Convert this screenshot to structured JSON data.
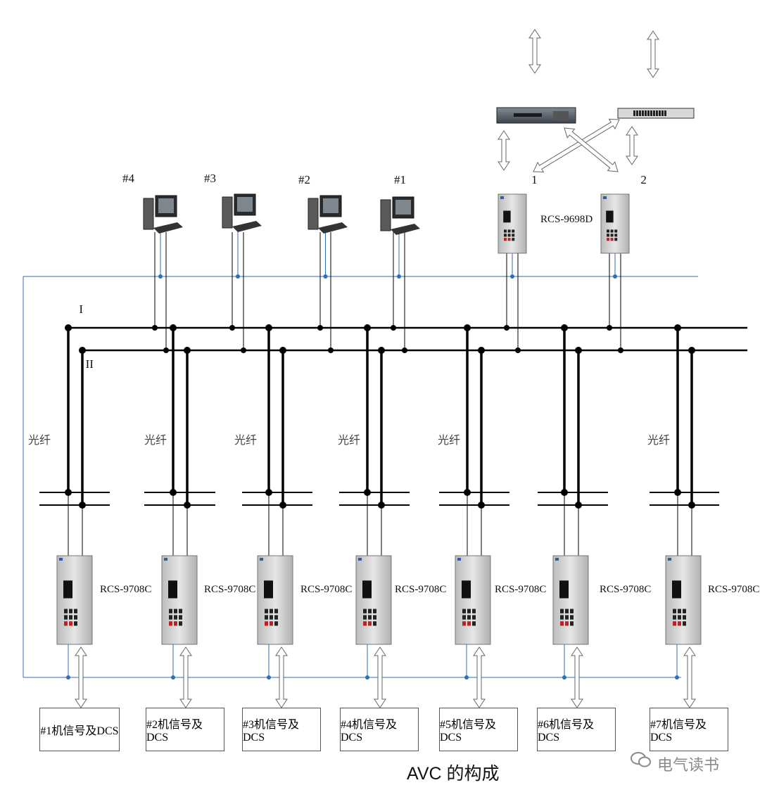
{
  "caption": "AVC 的构成",
  "watermark": "电气读书",
  "top_labels": [
    "\u0000\u0000\u0000",
    "\u0000\u0000\u0000"
  ],
  "mid_labels": [
    "\u0000\u0000\u0000\u0000\u0000\u0000\u0000\u0000\u0000",
    "\u0000\u0000\u0000\u0000\u0000\u0000\u0000\u0000\u0000\u0000"
  ],
  "bus_labels": [
    "\u0000\u0000\u0000\u0000\u0000 I",
    "\u0000\u0000\u0000\u0000\u0000\u0000 II"
  ],
  "controller_labels": [
    "\u0000\u0000\u0000\u0000 1",
    "\u0000\u0000\u0000\u0000\u0000 2"
  ],
  "controller_model": "RCS-9698D",
  "workstations": [
    "#4\u0000\u0000\u0000\u0000\u0000\u0000",
    "#3\u0000\u0000\u0000\u0000\u0000\u0000",
    "#2\u0000\u0000\u0000\u0000\u0000\u0000",
    "#1\u0000\u0000\u0000\u0000\u0000\u0000"
  ],
  "fiber_label": "光纤",
  "unit_model": "RCS-9708C",
  "units": [
    "#1机信号及DCS",
    "#2机信号及DCS",
    "#3机信号及DCS",
    "#4机信号及DCS",
    "#5机信号及DCS",
    "#6机信号及DCS",
    "#7机信号及DCS"
  ],
  "colors": {
    "link": "#2f6fb5",
    "box_border": "#555555",
    "bus": "#000000"
  }
}
